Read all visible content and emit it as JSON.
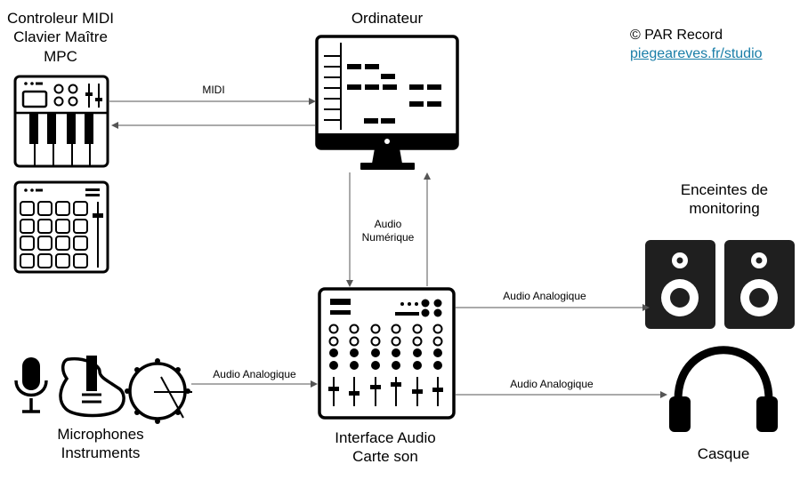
{
  "labels": {
    "controller_line1": "Controleur MIDI",
    "controller_line2": "Clavier Maître",
    "controller_line3": "MPC",
    "computer": "Ordinateur",
    "speakers_line1": "Enceintes de",
    "speakers_line2": "monitoring",
    "mics_line1": "Microphones",
    "mics_line2": "Instruments",
    "interface_line1": "Interface Audio",
    "interface_line2": "Carte son",
    "headphones": "Casque"
  },
  "connections": {
    "midi": "MIDI",
    "digital_line1": "Audio",
    "digital_line2": "Numérique",
    "analog_in": "Audio Analogique",
    "analog_speakers": "Audio Analogique",
    "analog_headphones": "Audio Analogique"
  },
  "credit": {
    "copyright": "© PAR Record",
    "link": "piegeareves.fr/studio"
  },
  "colors": {
    "ink": "#000000",
    "link": "#1a7ea8",
    "speaker": "#1f1f1f"
  }
}
